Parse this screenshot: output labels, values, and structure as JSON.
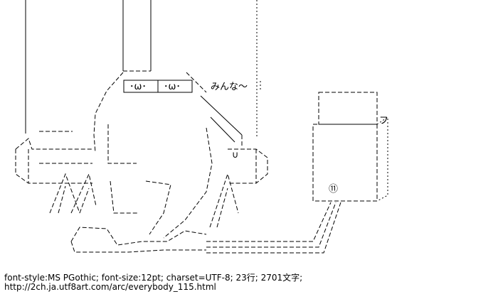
{
  "art": {
    "face_left": "･ω･",
    "face_right": "･ω･",
    "speech": "みんな～",
    "badge": "⑪"
  },
  "footer": {
    "info": "font-style:MS PGothic; font-size:12pt; charset=UTF-8; 23行; 2701文字;",
    "url": "http://2ch.ja.utf8art.com/arc/everybody_115.html"
  }
}
